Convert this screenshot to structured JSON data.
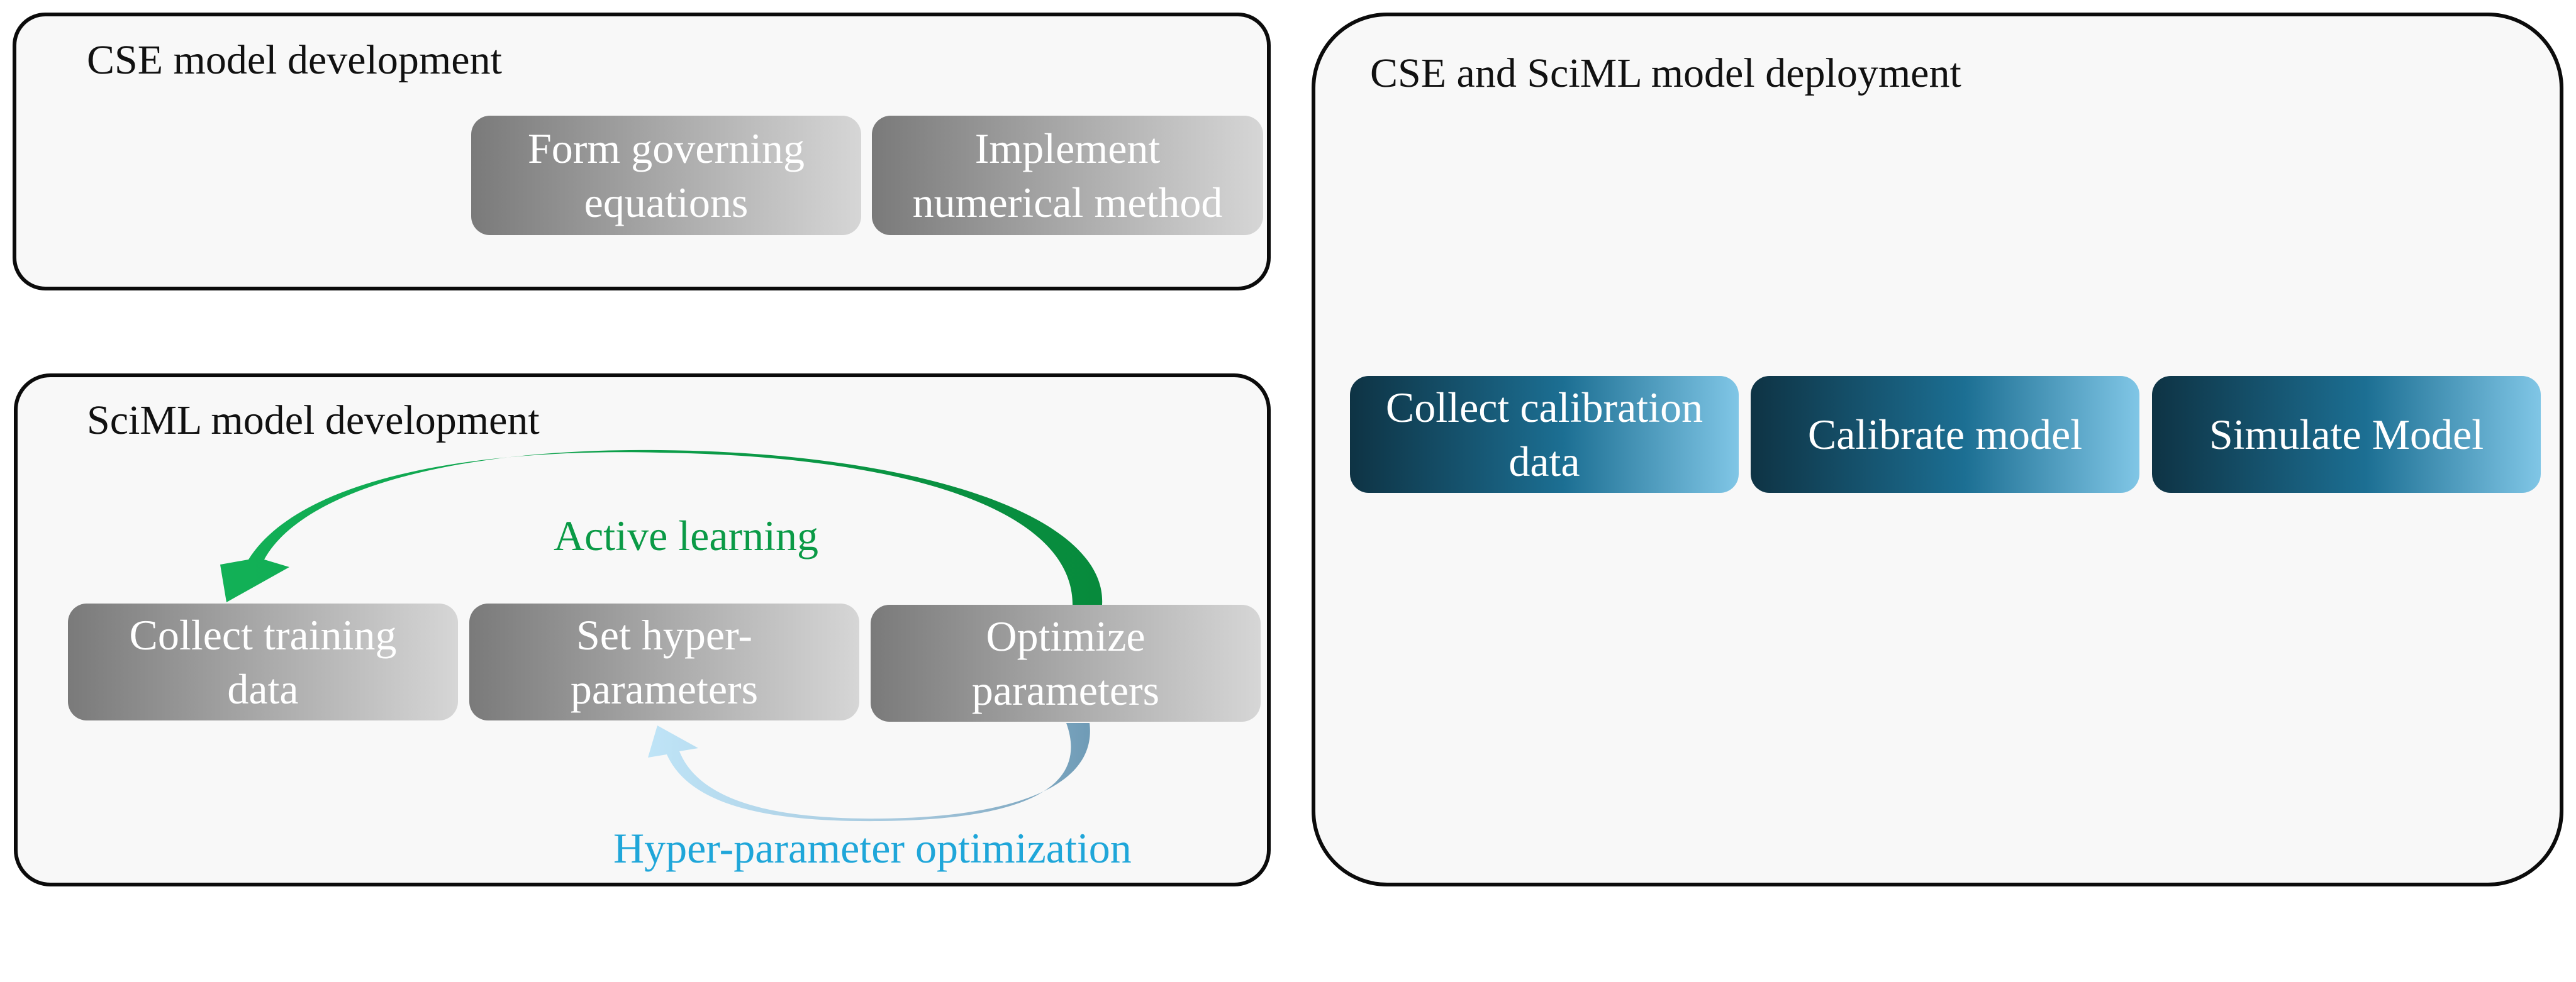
{
  "cse_panel": {
    "title": "CSE model development",
    "boxes": [
      {
        "label": "Form governing equations",
        "lines": [
          "Form governing",
          "equations"
        ]
      },
      {
        "label": "Implement numerical method",
        "lines": [
          "Implement",
          "numerical method"
        ]
      }
    ]
  },
  "sciml_panel": {
    "title": "SciML model development",
    "boxes": [
      {
        "label": "Collect training data",
        "lines": [
          "Collect training",
          "data"
        ]
      },
      {
        "label": "Set hyper-parameters",
        "lines": [
          "Set hyper-",
          "parameters"
        ]
      },
      {
        "label": "Optimize parameters",
        "lines": [
          "Optimize",
          "parameters"
        ]
      }
    ],
    "active_learning_label": "Active learning",
    "hyperparam_label": "Hyper-parameter optimization"
  },
  "deployment_panel": {
    "title": "CSE and SciML model deployment",
    "boxes": [
      {
        "label": "Collect calibration data",
        "lines": [
          "Collect calibration",
          "data"
        ]
      },
      {
        "label": "Calibrate model",
        "lines": [
          "Calibrate model"
        ]
      },
      {
        "label": "Simulate Model",
        "lines": [
          "Simulate Model"
        ]
      }
    ]
  },
  "colors": {
    "active_learning": "#0a9a46",
    "hyperparam": "#1fa6d9",
    "panel_border": "#0b0b0b",
    "panel_fill": "#f8f8f8"
  }
}
